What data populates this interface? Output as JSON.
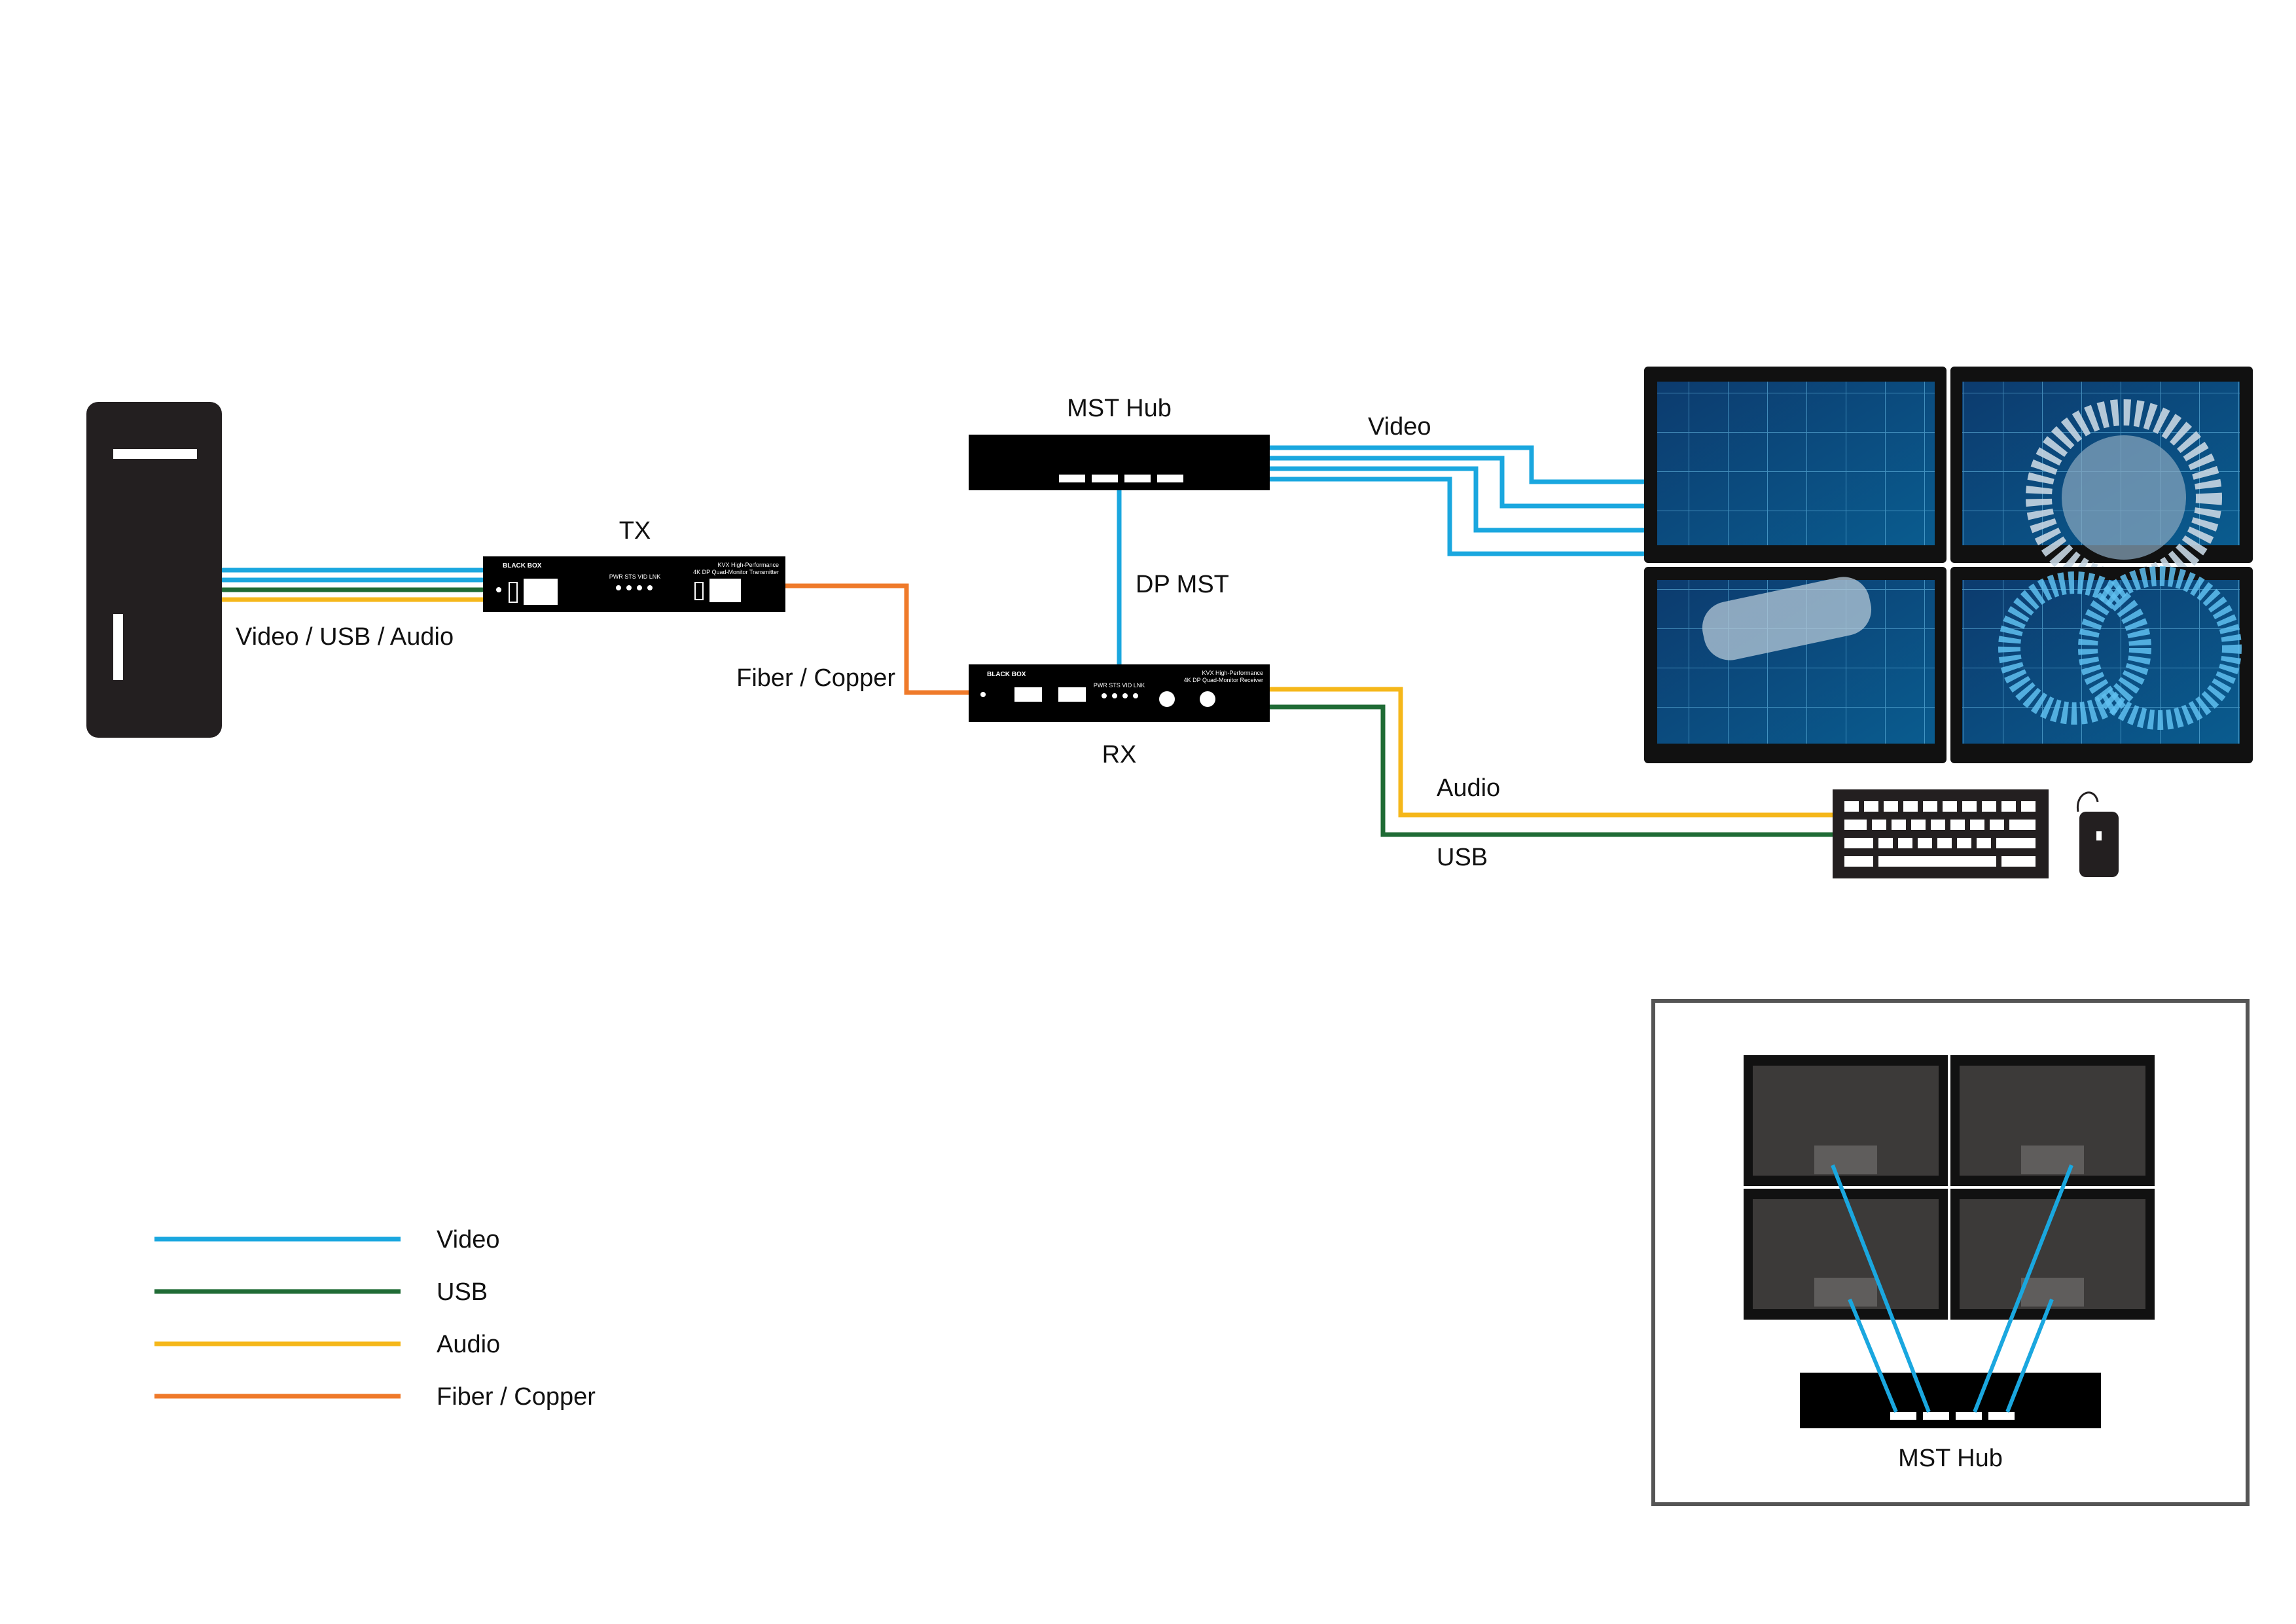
{
  "colors": {
    "video": "#1aa7df",
    "usb": "#1f6b35",
    "audio": "#f5b71a",
    "fiber": "#ef7a2a",
    "device": "#000000",
    "pc": "#231f20",
    "panel_border": "#555555"
  },
  "labels": {
    "tx": "TX",
    "rx": "RX",
    "mst_hub": "MST Hub",
    "video": "Video",
    "dp_mst": "DP MST",
    "pc_cable": "Video / USB / Audio",
    "fiber_copper": "Fiber / Copper",
    "audio": "Audio",
    "usb": "USB"
  },
  "device_text": {
    "brand": "BLACK BOX",
    "tx_model_line1": "KVX High-Performance",
    "tx_model_line2": "4K DP Quad-Monitor Transmitter",
    "rx_model_line1": "KVX High-Performance",
    "rx_model_line2": "4K DP Quad-Monitor Receiver",
    "leds": "PWR  STS  VID  LNK"
  },
  "inset": {
    "hub_label": "MST Hub"
  },
  "legend": [
    {
      "label": "Video",
      "color_key": "video"
    },
    {
      "label": "USB",
      "color_key": "usb"
    },
    {
      "label": "Audio",
      "color_key": "audio"
    },
    {
      "label": "Fiber / Copper",
      "color_key": "fiber"
    }
  ],
  "icons": [
    "computer-tower-icon",
    "keyboard-icon",
    "mouse-icon",
    "monitor-icon"
  ]
}
